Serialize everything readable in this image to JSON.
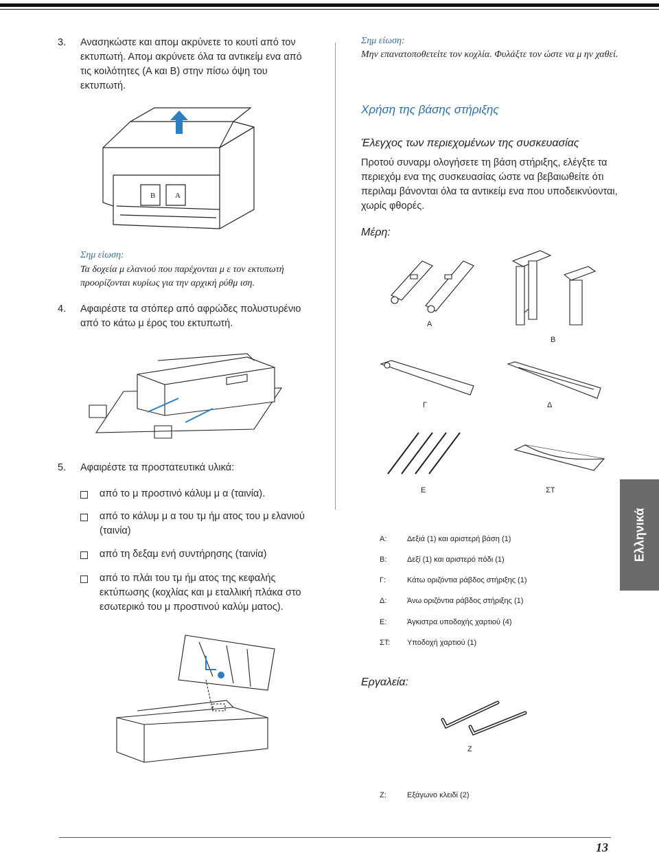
{
  "left": {
    "step3": {
      "num": "3.",
      "text": "Ανασηκώστε και απομ ακρύνετε το κουτί από τον εκτυπωτή. Απομ ακρύνετε όλα τα αντικείμ ενα από τις κοιλότητες (A και B) στην πίσω όψη του εκτυπωτή."
    },
    "box_labels": {
      "b": "B",
      "a": "A"
    },
    "note1": {
      "head": "Σημ είωση:",
      "text": "Τα δοχεία μ ελανιού που παρέχονται μ ε τον εκτυπωτή προορίζονται κυρίως για την αρχική ρύθμ ιση."
    },
    "step4": {
      "num": "4.",
      "text": "Αφαιρέστε τα στόπερ από αφρώδες πολυστυρένιο από το κάτω μ έρος του εκτυπωτή."
    },
    "step5": {
      "num": "5.",
      "text": "Αφαιρέστε τα προστατευτικά υλικά:"
    },
    "items": [
      "από το μ προστινό κάλυμ μ α (ταινία).",
      "από το κάλυμ μ α του τμ ήμ ατος του μ ελανιού (ταινία)",
      "από τη δεξαμ ενή συντήρησης (ταινία)",
      "από το πλάι του τμ ήμ ατος της κεφαλής εκτύπωσης (κοχλίας και μ εταλλική πλάκα στο εσωτερικό του μ προστινού καλύμ ματος)."
    ]
  },
  "right": {
    "note2": {
      "head": "Σημ είωση:",
      "text": "Μην επανατοποθετείτε τον κοχλία. Φυλάξτε τον ώστε να μ ην χαθεί."
    },
    "section_title": "Χρήση της βάσης στήριξης",
    "subsection_title": "Έλεγχος των περιεχομένων της συσκευασίας",
    "intro": "Προτού συναρμ ολογήσετε τη βάση στήριξης, ελέγξτε τα περιεχόμ ενα της συσκευασίας ώστε να βεβαιωθείτε ότι περιλαμ βάνονται όλα τα αντικείμ ενα που υποδεικνύονται, χωρίς φθορές.",
    "parts_heading": "Μέρη:",
    "part_labels": {
      "a": "A",
      "b": "B",
      "g": "Γ",
      "d": "Δ",
      "e": "Ε",
      "st": "ΣΤ",
      "z": "Z"
    },
    "legend": [
      {
        "key": "A:",
        "value": "Δεξιά (1) και αριστερή βάση (1)"
      },
      {
        "key": "B:",
        "value": "Δεξί (1) και αριστερό πόδι (1)"
      },
      {
        "key": "Γ:",
        "value": "Κάτω οριζόντια ράβδος στήριξης (1)"
      },
      {
        "key": "Δ:",
        "value": "Άνω οριζόντια ράβδος στήριξης (1)"
      },
      {
        "key": "Ε:",
        "value": "Άγκιστρα υποδοχής χαρτιού (4)"
      },
      {
        "key": "ΣΤ:",
        "value": "Υποδοχή χαρτιού (1)"
      }
    ],
    "tools_heading": "Εργαλεία:",
    "tools_legend": {
      "key": "Z:",
      "value": "Εξάγωνο κλειδί (2)"
    }
  },
  "side_tab": "Ελληνικά",
  "page_number": "13",
  "colors": {
    "accent": "#2f6ea5",
    "tab": "#6b6b6b",
    "arrow": "#2e7fc1"
  }
}
